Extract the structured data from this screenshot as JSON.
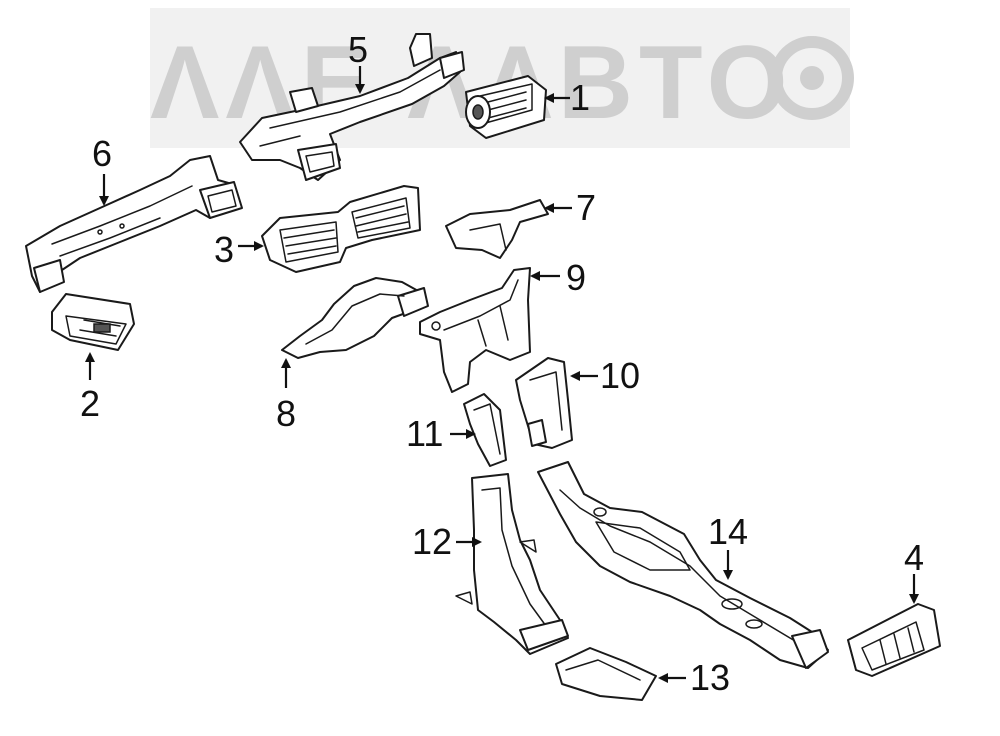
{
  "watermark": {
    "text": "ΛΛΕ ΛΛΒΤΟ"
  },
  "callouts": {
    "c1": "1",
    "c2": "2",
    "c3": "3",
    "c4": "4",
    "c5": "5",
    "c6": "6",
    "c7": "7",
    "c8": "8",
    "c9": "9",
    "c10": "10",
    "c11": "11",
    "c12": "12",
    "c13": "13",
    "c14": "14"
  }
}
